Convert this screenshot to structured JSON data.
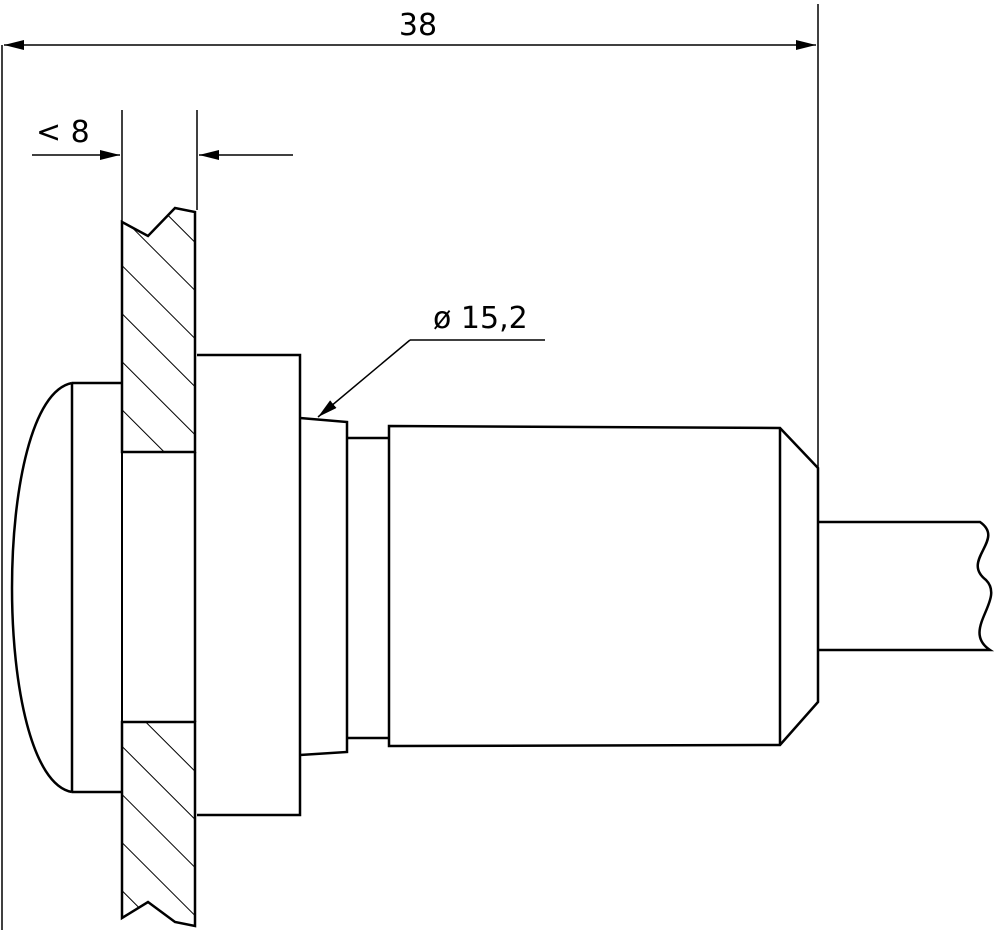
{
  "dimensions": {
    "overall_length": "38",
    "panel_thickness": "< 8",
    "thread_diameter": "ø 15,2"
  },
  "colors": {
    "line": "#000000",
    "background": "#ffffff"
  }
}
